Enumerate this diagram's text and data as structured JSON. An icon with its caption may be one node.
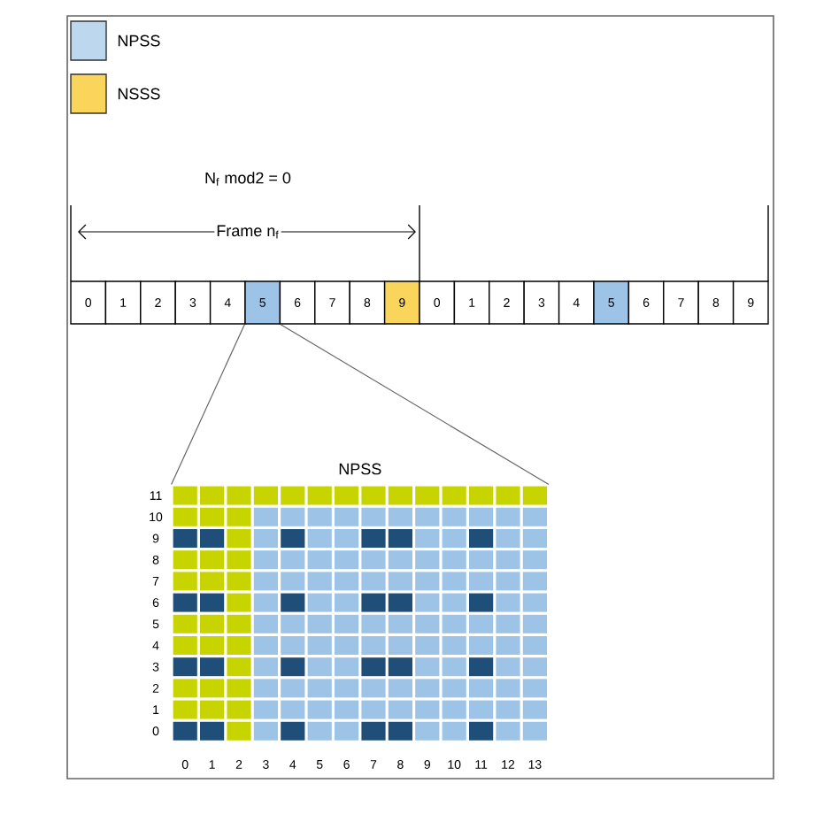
{
  "diagram": {
    "nodes": [
      {
        "text": [
          "0"
        ]
      },
      {
        "text": [
          "1"
        ]
      },
      {
        "text": [
          "2"
        ]
      },
      {
        "text": [
          "3"
        ]
      },
      {
        "text": [
          "4"
        ]
      },
      {
        "text": [
          "5"
        ]
      },
      {
        "text": [
          "6"
        ]
      },
      {
        "text": [
          "7"
        ]
      },
      {
        "text": [
          "8"
        ]
      },
      {
        "text": [
          "9"
        ]
      },
      {
        "text": [
          "0"
        ]
      },
      {
        "text": [
          "1"
        ]
      },
      {
        "text": [
          "2"
        ]
      },
      {
        "text": [
          "3"
        ]
      },
      {
        "text": [
          "4"
        ]
      },
      {
        "text": [
          "5"
        ]
      },
      {
        "text": [
          "6"
        ]
      },
      {
        "text": [
          "7"
        ]
      },
      {
        "text": [
          "8"
        ]
      },
      {
        "text": [
          "9"
        ]
      },
      {
        "text": [
          "NPSS"
        ]
      }
    ],
    "edges": [
      {
        "from": 5,
        "to": 20,
        "arrow": "none"
      },
      {
        "from": 5,
        "to": 20,
        "arrow": "none"
      }
    ],
    "labels": [
      "N$_{f}$ mod2 = 0",
      "Frame n$_{f}$",
      "11",
      "10",
      "9",
      "8",
      "7",
      "6",
      "5",
      "4",
      "3",
      "2",
      "1",
      "0",
      "0",
      "1",
      "2",
      "3",
      "4",
      "5",
      "6",
      "7",
      "8",
      "9",
      "10",
      "11",
      "12",
      "13"
    ],
    "legend": [
      {
        "text": "NPSS",
        "color": "#bcd7ee"
      },
      {
        "text": "NSSS",
        "color": "#fad55c"
      }
    ]
  }
}
